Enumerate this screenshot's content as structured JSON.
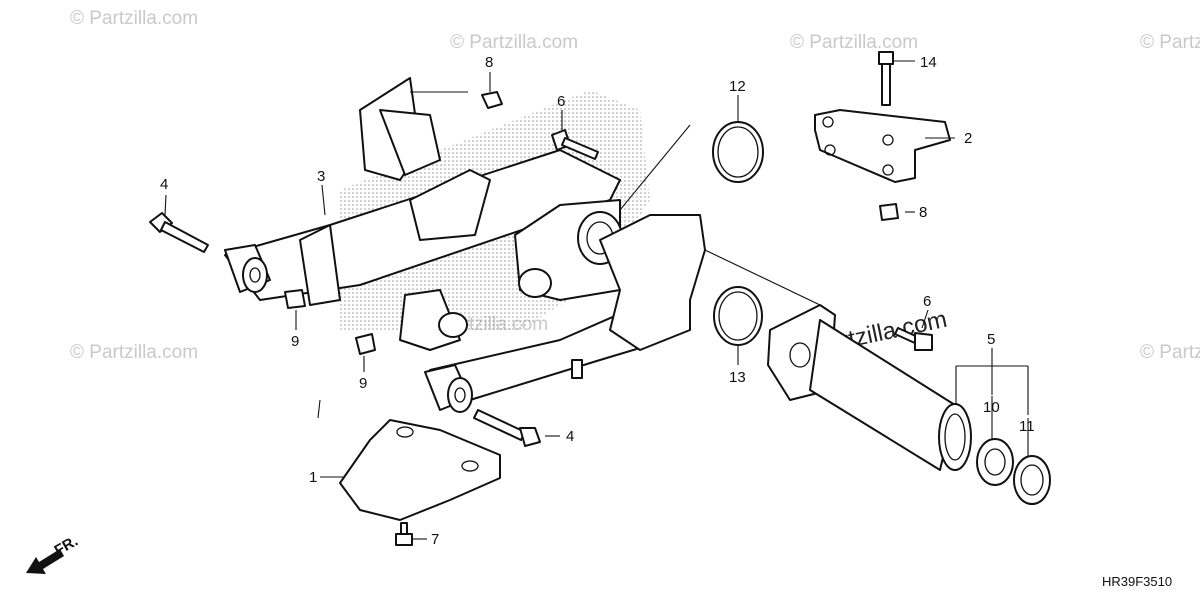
{
  "watermark": {
    "text": "© Partzilla.com",
    "featured_text": "© Partzilla.com"
  },
  "diagram_code": "HR39F3510",
  "front_indicator": "FR.",
  "callouts": [
    {
      "id": "c1",
      "label": "1"
    },
    {
      "id": "c2",
      "label": "2"
    },
    {
      "id": "c3",
      "label": "3"
    },
    {
      "id": "c4a",
      "label": "4"
    },
    {
      "id": "c4b",
      "label": "4"
    },
    {
      "id": "c5",
      "label": "5"
    },
    {
      "id": "c6a",
      "label": "6"
    },
    {
      "id": "c6b",
      "label": "6"
    },
    {
      "id": "c7",
      "label": "7"
    },
    {
      "id": "c8a",
      "label": "8"
    },
    {
      "id": "c8b",
      "label": "8"
    },
    {
      "id": "c9a",
      "label": "9"
    },
    {
      "id": "c9b",
      "label": "9"
    },
    {
      "id": "c10",
      "label": "10"
    },
    {
      "id": "c11",
      "label": "11"
    },
    {
      "id": "c12",
      "label": "12"
    },
    {
      "id": "c13",
      "label": "13"
    },
    {
      "id": "c14",
      "label": "14"
    }
  ],
  "colors": {
    "line": "#111111",
    "watermark": "#c9c9c9",
    "stipple": "#9a9a9a",
    "background": "#ffffff"
  }
}
